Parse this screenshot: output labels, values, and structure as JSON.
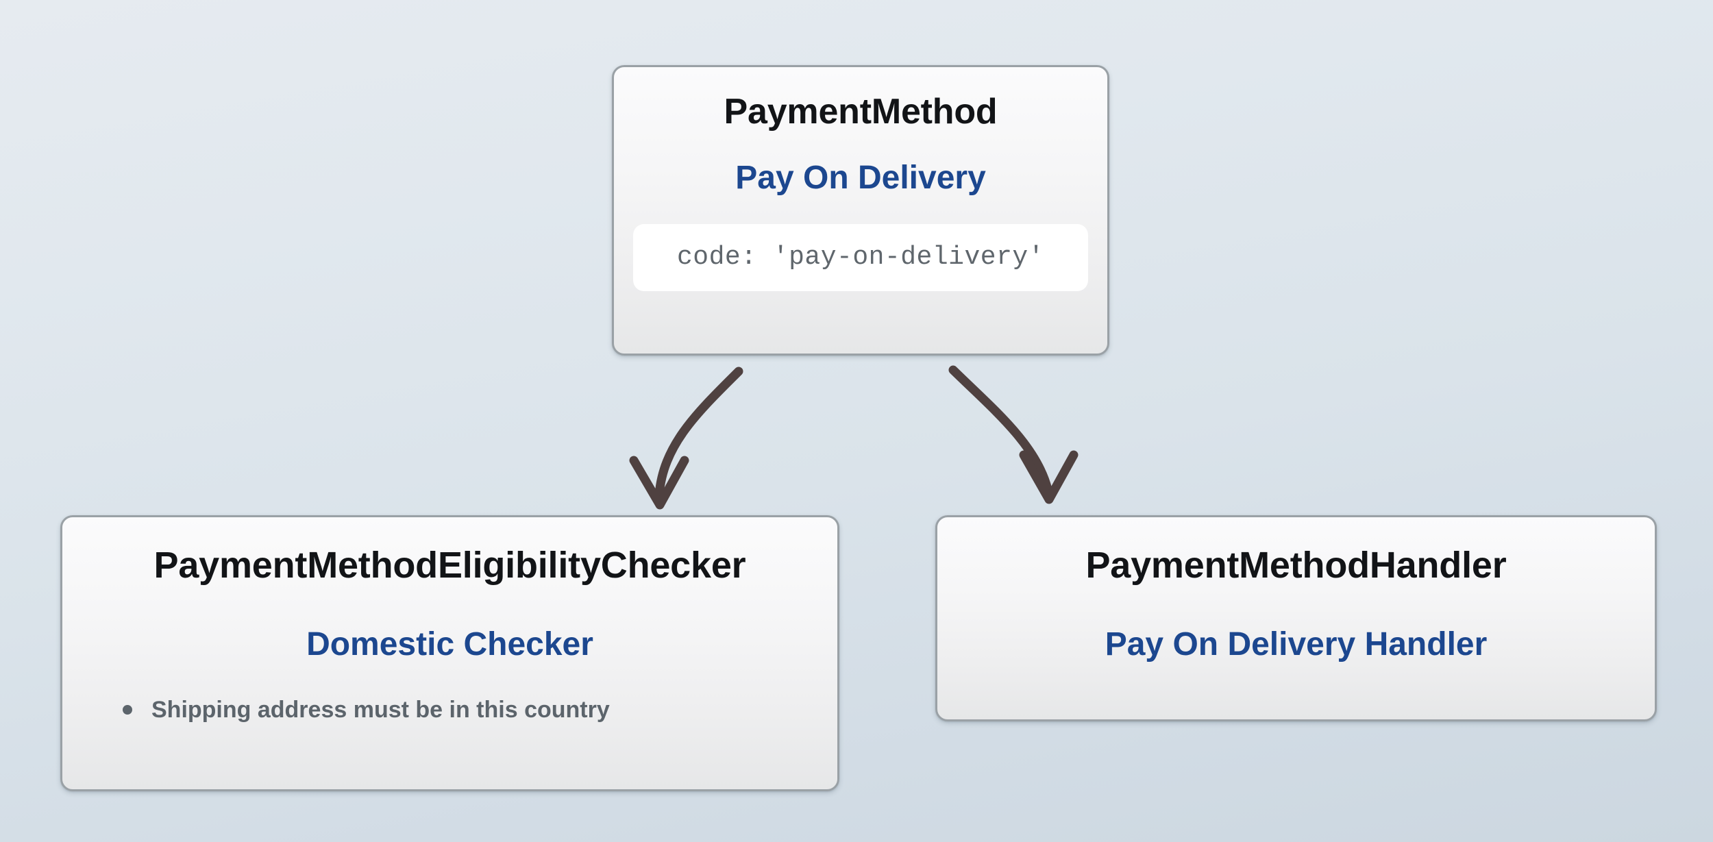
{
  "diagram": {
    "type": "hierarchy",
    "background_color": "#dee6ed",
    "nodes": [
      {
        "id": "payment-method",
        "title": "PaymentMethod",
        "subtitle": "Pay On Delivery",
        "code": "code: 'pay-on-delivery'",
        "title_color": "#121417",
        "subtitle_color": "#1c478f",
        "code_color": "#5f666c"
      },
      {
        "id": "eligibility-checker",
        "title": "PaymentMethodEligibilityChecker",
        "subtitle": "Domestic Checker",
        "rules": [
          "Shipping address must be in this country"
        ],
        "title_color": "#121417",
        "subtitle_color": "#1c478f",
        "rule_color": "#5c646b"
      },
      {
        "id": "payment-handler",
        "title": "PaymentMethodHandler",
        "subtitle": "Pay On Delivery Handler",
        "title_color": "#121417",
        "subtitle_color": "#1c478f"
      }
    ],
    "edges": [
      {
        "id": "edge-to-eligibility-checker",
        "from": "payment-method",
        "to": "eligibility-checker",
        "color": "#4f4140",
        "style": "curved-arrow"
      },
      {
        "id": "edge-to-payment-handler",
        "from": "payment-method",
        "to": "payment-handler",
        "color": "#4f4140",
        "style": "curved-arrow"
      }
    ]
  }
}
